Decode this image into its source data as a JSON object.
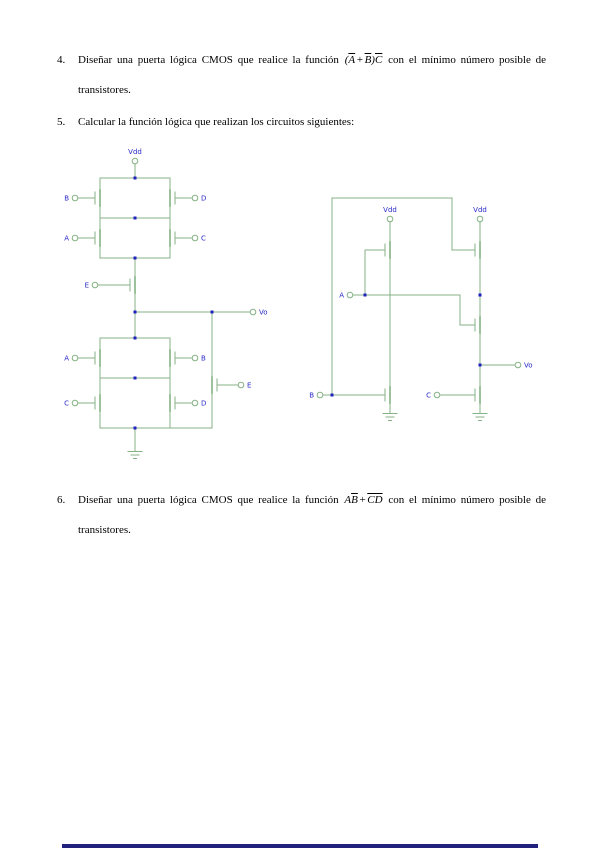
{
  "exercises": {
    "e4": {
      "num": "4.",
      "pre": "Diseñar una puerta lógica CMOS que realice la función",
      "f_open": "(",
      "f_a": "A",
      "f_plus": "+",
      "f_b": "B",
      "f_close": ")",
      "f_c": "C",
      "post": "con el mínimo número posible de",
      "cont": "transistores."
    },
    "e5": {
      "num": "5.",
      "text": "Calcular la función lógica que realizan los circuitos siguientes:"
    },
    "e6": {
      "num": "6.",
      "pre": "Diseñar una puerta lógica CMOS que realice la función",
      "f_a": "A",
      "f_b": "B",
      "f_plus": "+",
      "f_cd": "CD",
      "post": "con el mínimo número posible de",
      "cont": "transistores."
    }
  },
  "circuit_labels": {
    "vdd": "Vdd",
    "vo": "Vo",
    "a": "A",
    "b": "B",
    "c": "C",
    "d": "D",
    "e": "E"
  },
  "colors": {
    "wire": "#84b284",
    "label": "#2929c8",
    "dot": "#2020c0",
    "text": "#000000"
  }
}
